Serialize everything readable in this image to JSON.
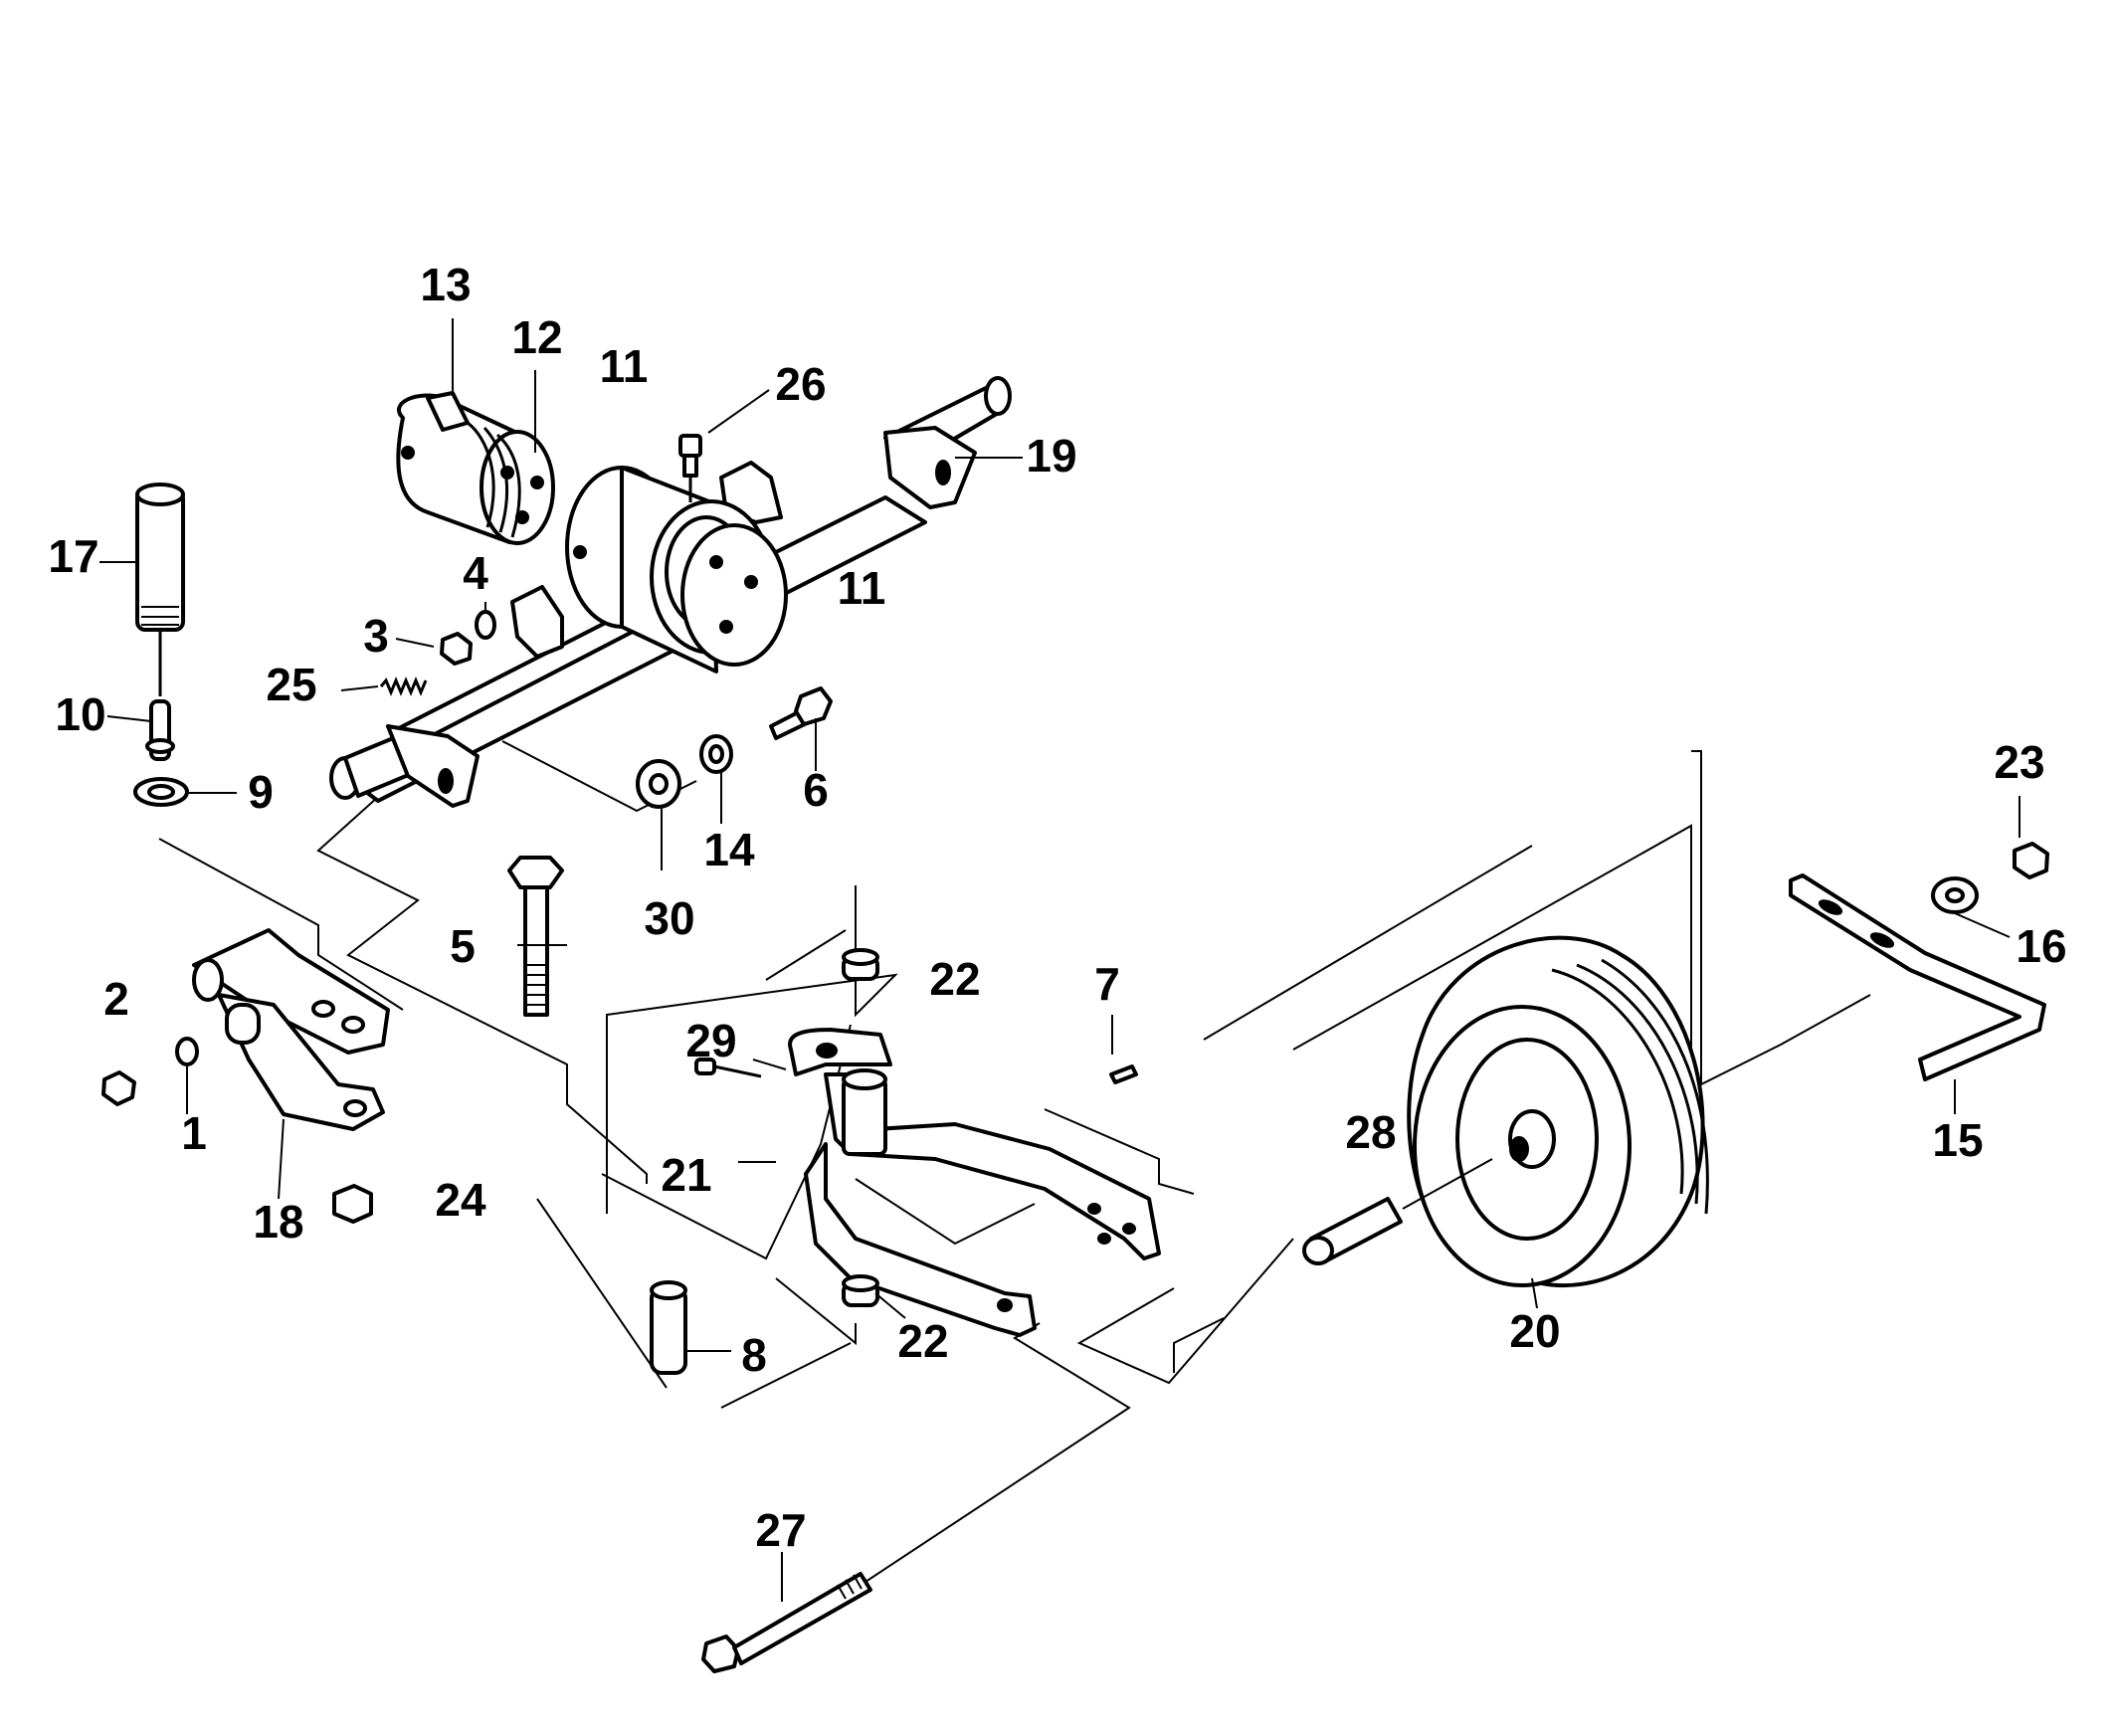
{
  "diagram": {
    "callouts": [
      {
        "id": "c1",
        "text": "1"
      },
      {
        "id": "c2",
        "text": "2"
      },
      {
        "id": "c3",
        "text": "3"
      },
      {
        "id": "c4",
        "text": "4"
      },
      {
        "id": "c5",
        "text": "5"
      },
      {
        "id": "c6",
        "text": "6"
      },
      {
        "id": "c7",
        "text": "7"
      },
      {
        "id": "c8",
        "text": "8"
      },
      {
        "id": "c9",
        "text": "9"
      },
      {
        "id": "c10",
        "text": "10"
      },
      {
        "id": "c11a",
        "text": "11"
      },
      {
        "id": "c11b",
        "text": "11"
      },
      {
        "id": "c12",
        "text": "12"
      },
      {
        "id": "c13",
        "text": "13"
      },
      {
        "id": "c14",
        "text": "14"
      },
      {
        "id": "c15",
        "text": "15"
      },
      {
        "id": "c16",
        "text": "16"
      },
      {
        "id": "c17",
        "text": "17"
      },
      {
        "id": "c18",
        "text": "18"
      },
      {
        "id": "c19",
        "text": "19"
      },
      {
        "id": "c20",
        "text": "20"
      },
      {
        "id": "c21",
        "text": "21"
      },
      {
        "id": "c22a",
        "text": "22"
      },
      {
        "id": "c22b",
        "text": "22"
      },
      {
        "id": "c23",
        "text": "23"
      },
      {
        "id": "c24",
        "text": "24"
      },
      {
        "id": "c25",
        "text": "25"
      },
      {
        "id": "c26",
        "text": "26"
      },
      {
        "id": "c27",
        "text": "27"
      },
      {
        "id": "c28",
        "text": "28"
      },
      {
        "id": "c29",
        "text": "29"
      },
      {
        "id": "c30",
        "text": "30"
      }
    ]
  }
}
